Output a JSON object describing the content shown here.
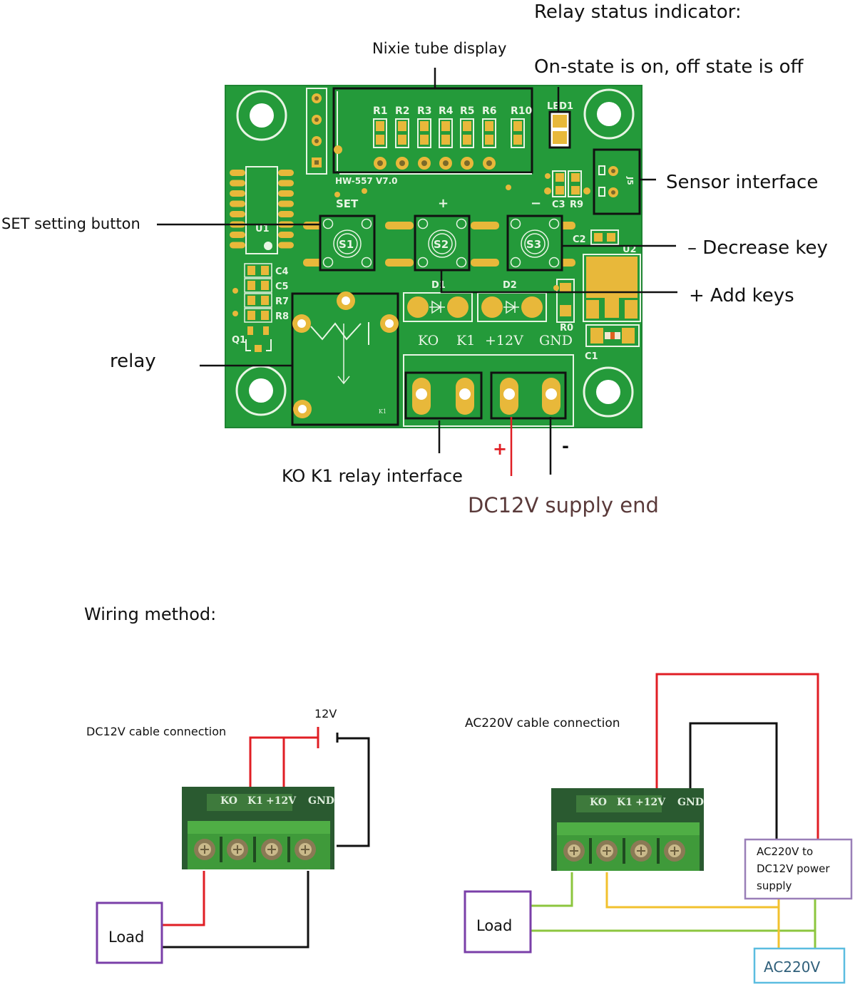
{
  "title_labels": {
    "nixie": "Nixie tube display",
    "relay_status_1": "Relay status indicator:",
    "relay_status_2": "On-state is on, off state is off",
    "sensor": "Sensor interface",
    "decrease": "–  Decrease key",
    "add": "+ Add keys",
    "set": "SET setting button",
    "relay": "relay",
    "ko_k1": "KO K1 relay interface",
    "plus": "+",
    "minus": "-",
    "dc_supply": "DC12V supply end"
  },
  "pcb": {
    "board_id": "HW-557  V7.0",
    "resistors": [
      "R1",
      "R2",
      "R3",
      "R4",
      "R5",
      "R6",
      "R10"
    ],
    "led": "LED1",
    "connector": "J5",
    "buttons": [
      {
        "id": "S1",
        "label": "SET"
      },
      {
        "id": "S2",
        "label": "+"
      },
      {
        "id": "S3",
        "label": "−"
      }
    ],
    "chip_u1": "U1",
    "chip_u2": "U2",
    "left_parts": [
      "C4",
      "C5",
      "R7",
      "R8"
    ],
    "q1": "Q1",
    "c2": "C2",
    "c3": "C3",
    "r9": "R9",
    "r0": "R0",
    "c1": "C1",
    "diodes": [
      "D1",
      "D2"
    ],
    "relay_ref": "K1",
    "terminals": [
      "KO",
      "K1",
      "+12V",
      "GND"
    ]
  },
  "wiring": {
    "heading": "Wiring method:",
    "dc": {
      "title": "DC12V cable connection",
      "battery_label": "12V",
      "load_label": "Load",
      "terminals": [
        "KO",
        "K1",
        "+12V",
        "GND"
      ]
    },
    "ac": {
      "title": "AC220V cable connection",
      "psu_label_lines": [
        "AC220V to",
        "DC12V power",
        "supply"
      ],
      "mains_label": "AC220V",
      "load_label": "Load",
      "terminals": [
        "KO",
        "K1",
        "+12V",
        "GND"
      ]
    }
  },
  "colors": {
    "pcb_green": "#249a3a",
    "pad_gold": "#e8b83a",
    "silk": "#e8f5e4",
    "wire_red": "#e01e24",
    "wire_black": "#111111",
    "wire_green": "#8cc63e",
    "wire_yellow": "#f2c12e",
    "load_box": "#7a3fa8",
    "psu_box": "#9a7fb8",
    "mains_box": "#5bbde0",
    "supply_text": "#5a3a3a",
    "terminal_green": "#3f9a3a"
  }
}
